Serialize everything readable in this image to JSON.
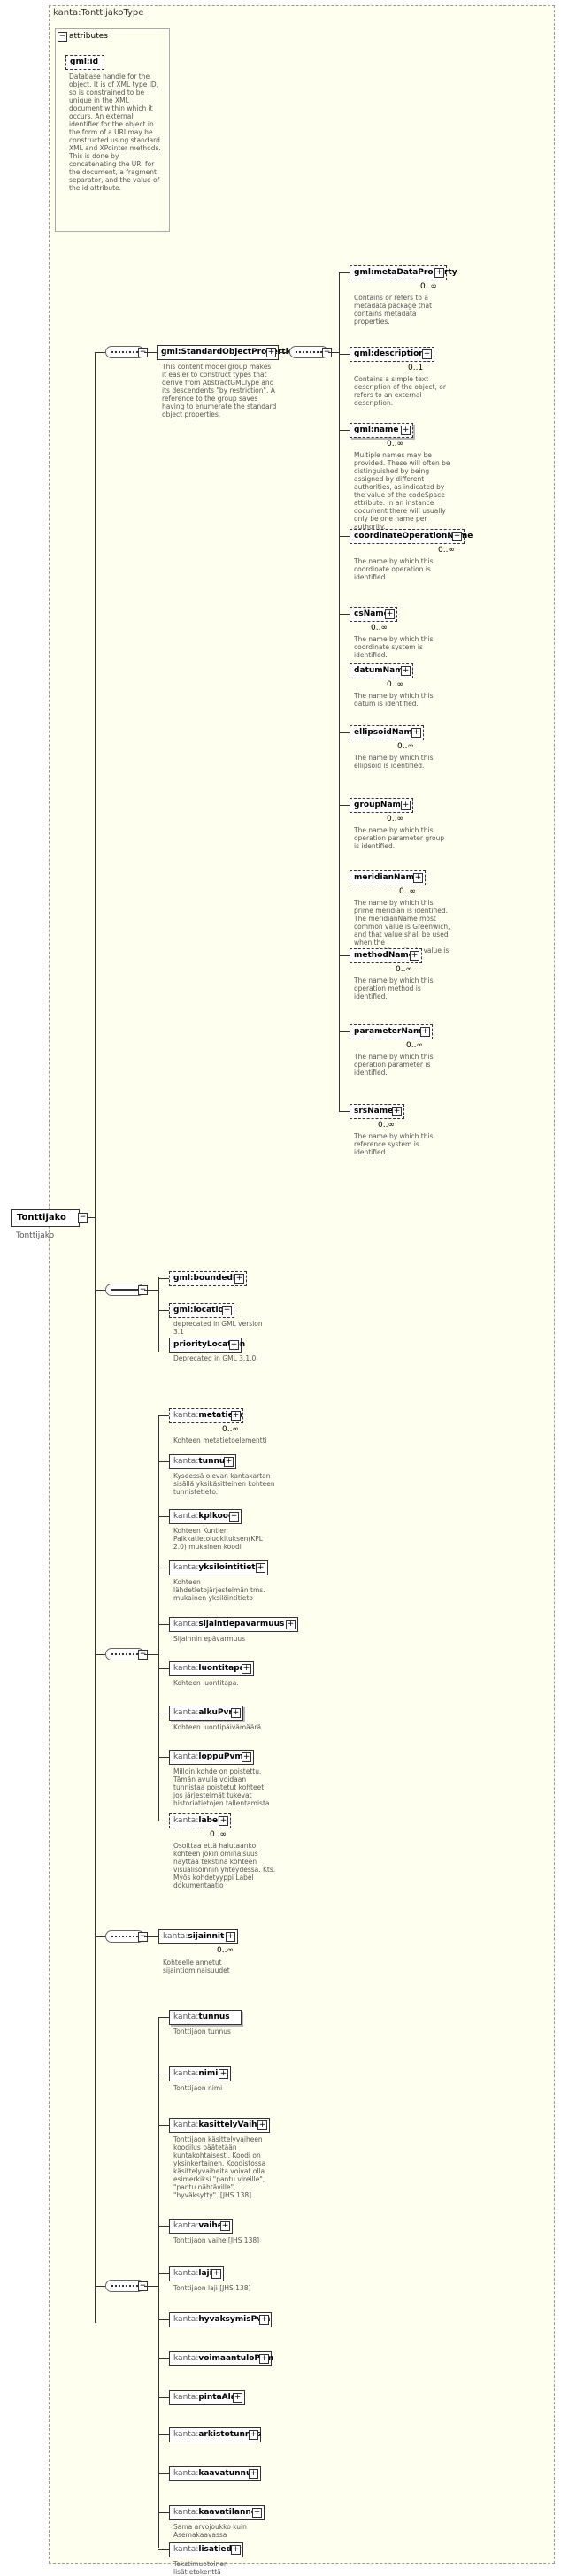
{
  "frame": {
    "title": "kanta:TonttijakoType"
  },
  "attributes": {
    "header": "attributes",
    "gml_id": {
      "name": "gml:id",
      "desc": "Database handle for the object.  It is of XML type ID, so is constrained to be unique in the XML document within which it occurs.  An external identifier for the object in the form of a URI may be constructed using standard XML and XPointer methods.  This is done by concatenating the URI for the document, a fragment separator, and the value of the id attribute."
    }
  },
  "root": {
    "name": "Tonttijako",
    "desc": "Tonttijako"
  },
  "standard_group": {
    "name": "gml:StandardObjectProperties",
    "desc": "This content model group makes it easier to construct types that derive from AbstractGMLType and its descendents \"by restriction\".  A reference to the group saves having to enumerate the standard object properties."
  },
  "standard_items": [
    {
      "name": "gml:metaDataProperty",
      "card": "0..∞",
      "desc": "Contains or refers to a metadata package that contains metadata properties."
    },
    {
      "name": "gml:description",
      "card": "0..1",
      "desc": "Contains a simple text description of the object, or refers to an external description."
    },
    {
      "name": "gml:name",
      "card": "0..∞",
      "desc": "Multiple names may be provided.  These will often be distinguished by being assigned by different authorities, as indicated by the value of the codeSpace attribute.  In an instance document there will usually only be one name per authority."
    },
    {
      "name": "coordinateOperationName",
      "card": "0..∞",
      "desc": "The name by which this coordinate operation is identified."
    },
    {
      "name": "csName",
      "card": "0..∞",
      "desc": "The name by which this coordinate system is identified."
    },
    {
      "name": "datumName",
      "card": "0..∞",
      "desc": "The name by which this datum is identified."
    },
    {
      "name": "ellipsoidName",
      "card": "0..∞",
      "desc": "The name by which this ellipsoid is identified."
    },
    {
      "name": "groupName",
      "card": "0..∞",
      "desc": "The name by which this operation parameter group is identified."
    },
    {
      "name": "meridianName",
      "card": "0..∞",
      "desc": "The name by which this prime meridian is identified. The meridianName most common value is Greenwich, and that value shall be used when the greenwichLongitude value is zero."
    },
    {
      "name": "methodName",
      "card": "0..∞",
      "desc": "The name by which this operation method is identified."
    },
    {
      "name": "parameterName",
      "card": "0..∞",
      "desc": "The name by which this operation parameter is identified."
    },
    {
      "name": "srsName",
      "card": "0..∞",
      "desc": "The name by which this reference system is identified."
    }
  ],
  "gml_items": [
    {
      "name": "gml:boundedBy",
      "desc": ""
    },
    {
      "name": "gml:location",
      "desc": "deprecated in GML version 3.1"
    },
    {
      "name": "priorityLocation",
      "desc": "Deprecated in GML 3.1.0"
    }
  ],
  "kanta_items": [
    {
      "ns": "kanta:",
      "name": "metatieto",
      "card": "0..∞",
      "desc": "Kohteen metatietoelementti"
    },
    {
      "ns": "kanta:",
      "name": "tunnus",
      "card": "",
      "desc": "Kyseessä olevan kantakartan sisällä yksikäsitteinen kohteen tunnistetieto."
    },
    {
      "ns": "kanta:",
      "name": "kplkoodi",
      "card": "",
      "desc": "Kohteen Kuntien Paikkatietoluokituksen(KPL 2.0) mukainen koodi"
    },
    {
      "ns": "kanta:",
      "name": "yksilointitieto",
      "card": "",
      "desc": "Kohteen lähdetietojärjestelmän  tms. mukainen yksilöintitieto"
    },
    {
      "ns": "kanta:",
      "name": "sijaintiepavarmuus",
      "card": "",
      "desc": "Sijainnin epävarmuus"
    },
    {
      "ns": "kanta:",
      "name": "luontitapa",
      "card": "",
      "desc": "Kohteen luontitapa."
    },
    {
      "ns": "kanta:",
      "name": "alkuPvm",
      "card": "",
      "desc": "Kohteen luontipäivämäärä"
    },
    {
      "ns": "kanta:",
      "name": "loppuPvm",
      "card": "",
      "desc": "Milloin kohde on poistettu. Tämän avulla voidaan tunnistaa poistetut kohteet, jos järjestelmät tukevat historiatietojen tallentamista"
    },
    {
      "ns": "kanta:",
      "name": "labelit",
      "card": "0..∞",
      "desc": "Osoittaa että halutaanko kohteen jokin ominaisuus näyttää tekstinä kohteen visualisoinnin yhteydessä.  Kts. Myös kohdetyyppi Label dokumentaatio"
    }
  ],
  "sijainnit": {
    "ns": "kanta:",
    "name": "sijainnit",
    "card": "0..∞",
    "desc": "Kohteelle annetut sijaintiominaisuudet"
  },
  "tontti_items": [
    {
      "ns": "kanta:",
      "name": "tunnus",
      "card": "",
      "desc": "Tonttijaon tunnus"
    },
    {
      "ns": "kanta:",
      "name": "nimi",
      "card": "",
      "desc": "Tonttijaon nimi"
    },
    {
      "ns": "kanta:",
      "name": "kasittelyVaihe",
      "card": "",
      "desc": "Tonttijaon käsittelyvaiheen koodilus päätetään kuntakohtaisesti. Koodi on yksinkertainen. Koodistossa käsittelyvaiheita voivat olla esimerkiksi \"pantu vireille\", \"pantu nähtäville\", \"hyväksytty\". [JHS 138]"
    },
    {
      "ns": "kanta:",
      "name": "vaihe",
      "card": "",
      "desc": "Tonttijaon vaihe [JHS 138]"
    },
    {
      "ns": "kanta:",
      "name": "laji",
      "card": "",
      "desc": "Tonttijaon laji [JHS 138]"
    },
    {
      "ns": "kanta:",
      "name": "hyvaksymisPvm",
      "card": "",
      "desc": ""
    },
    {
      "ns": "kanta:",
      "name": "voimaantuloPvm",
      "card": "",
      "desc": ""
    },
    {
      "ns": "kanta:",
      "name": "pintaAla",
      "card": "",
      "desc": ""
    },
    {
      "ns": "kanta:",
      "name": "arkistotunnus",
      "card": "",
      "desc": ""
    },
    {
      "ns": "kanta:",
      "name": "kaavatunnus",
      "card": "",
      "desc": ""
    },
    {
      "ns": "kanta:",
      "name": "kaavatilanne",
      "card": "",
      "desc": "Sama arvojoukko kuin Asemakaavassa"
    },
    {
      "ns": "kanta:",
      "name": "lisatiedot",
      "card": "",
      "desc": "Tekstimuotoinen lisätietokenttä"
    }
  ],
  "colors": {
    "frame_bg": "#fffff0",
    "border": "#333333",
    "desc_text": "#555555"
  }
}
